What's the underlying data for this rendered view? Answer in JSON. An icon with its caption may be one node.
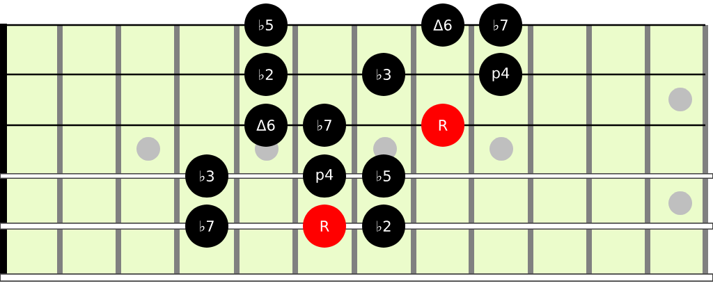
{
  "diagram": {
    "nodes": [
      {
        "text": [
          "♭5"
        ]
      },
      {
        "text": [
          "Δ6"
        ]
      },
      {
        "text": [
          "♭7"
        ]
      },
      {
        "text": [
          "♭2"
        ]
      },
      {
        "text": [
          "♭3"
        ]
      },
      {
        "text": [
          "p4"
        ]
      },
      {
        "text": [
          "Δ6"
        ]
      },
      {
        "text": [
          "♭7"
        ]
      },
      {
        "text": [
          "R"
        ]
      },
      {
        "text": [
          "♭3"
        ]
      },
      {
        "text": [
          "p4"
        ]
      },
      {
        "text": [
          "♭5"
        ]
      },
      {
        "text": [
          "♭7"
        ]
      },
      {
        "text": [
          "R"
        ]
      },
      {
        "text": [
          "♭2"
        ]
      }
    ]
  }
}
